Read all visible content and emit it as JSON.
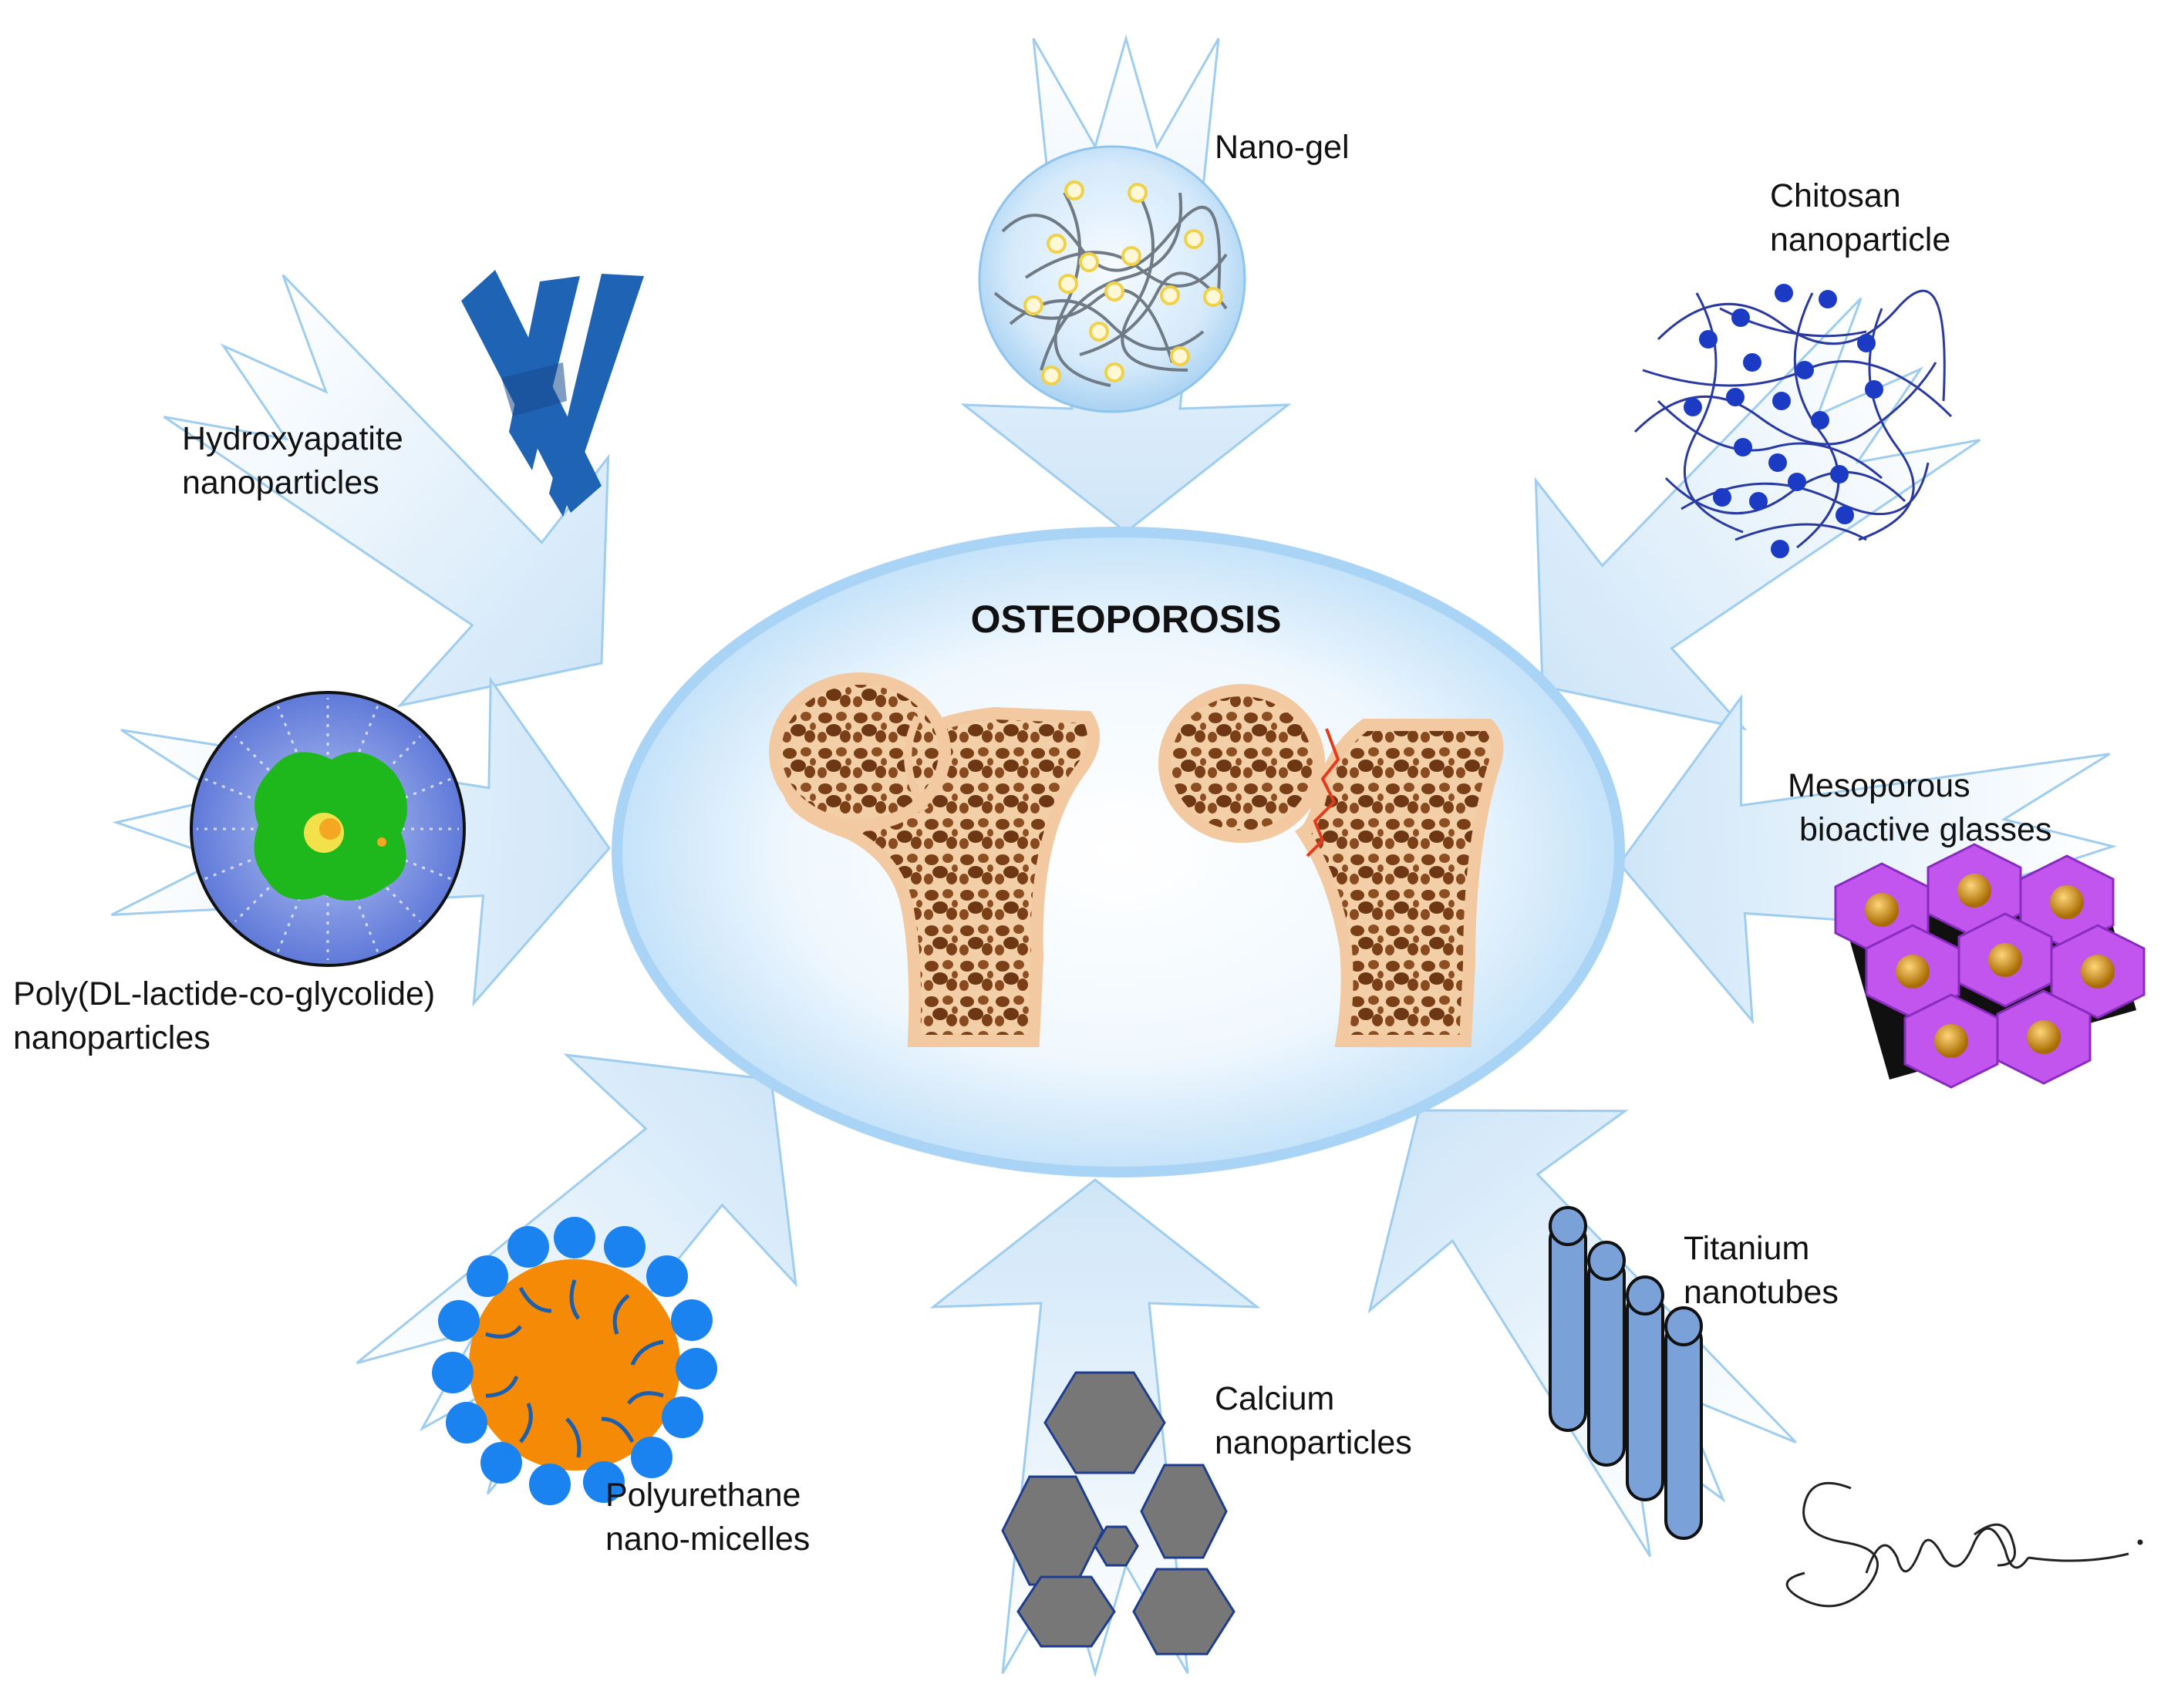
{
  "title": "OSTEOPOROSIS",
  "nanocarriers": [
    {
      "id": "nano-gel",
      "lines": [
        "Nano-gel"
      ]
    },
    {
      "id": "chitosan",
      "lines": [
        "Chitosan",
        "nanoparticle"
      ]
    },
    {
      "id": "hydroxyapatite",
      "lines": [
        "Hydroxyapatite",
        "nanoparticles"
      ]
    },
    {
      "id": "plga",
      "lines": [
        "Poly(DL-lactide-co-glycolide)",
        "nanoparticles"
      ]
    },
    {
      "id": "mesoporous",
      "lines": [
        "Mesoporous",
        "bioactive glasses"
      ]
    },
    {
      "id": "titanium",
      "lines": [
        "Titanium",
        "nanotubes"
      ]
    },
    {
      "id": "calcium",
      "lines": [
        "Calcium",
        "nanoparticles"
      ]
    },
    {
      "id": "polyurethane",
      "lines": [
        "Polyurethane",
        "nano-micelles"
      ]
    }
  ],
  "colors": {
    "arrow_fill": "#dcedfa",
    "arrow_stroke": "#9fcdf0",
    "ellipse_edge": "#a9d4f5",
    "bone_cortex": "#f2c9a0",
    "bone_trabecular": "#8a4e26",
    "fracture": "#e53b1c",
    "hydroxyapatite": "#1f63b5",
    "chitosan_dots": "#1c3bc4",
    "plga_core": "#1fb81c",
    "mesoporous": "#c155ee",
    "titanium": "#7aa2d8",
    "calcium": "#777777",
    "micelle_core": "#f58a07",
    "micelle_heads": "#1a83f0"
  },
  "icons": [
    "hydroxyapatite-crystal-icon",
    "nanogel-sphere-icon",
    "chitosan-network-icon",
    "plga-particle-icon",
    "mesoporous-glass-icon",
    "titanium-nanotubes-icon",
    "calcium-hexagons-icon",
    "polyurethane-micelle-icon",
    "healthy-femur-icon",
    "fractured-femur-icon",
    "signature"
  ]
}
